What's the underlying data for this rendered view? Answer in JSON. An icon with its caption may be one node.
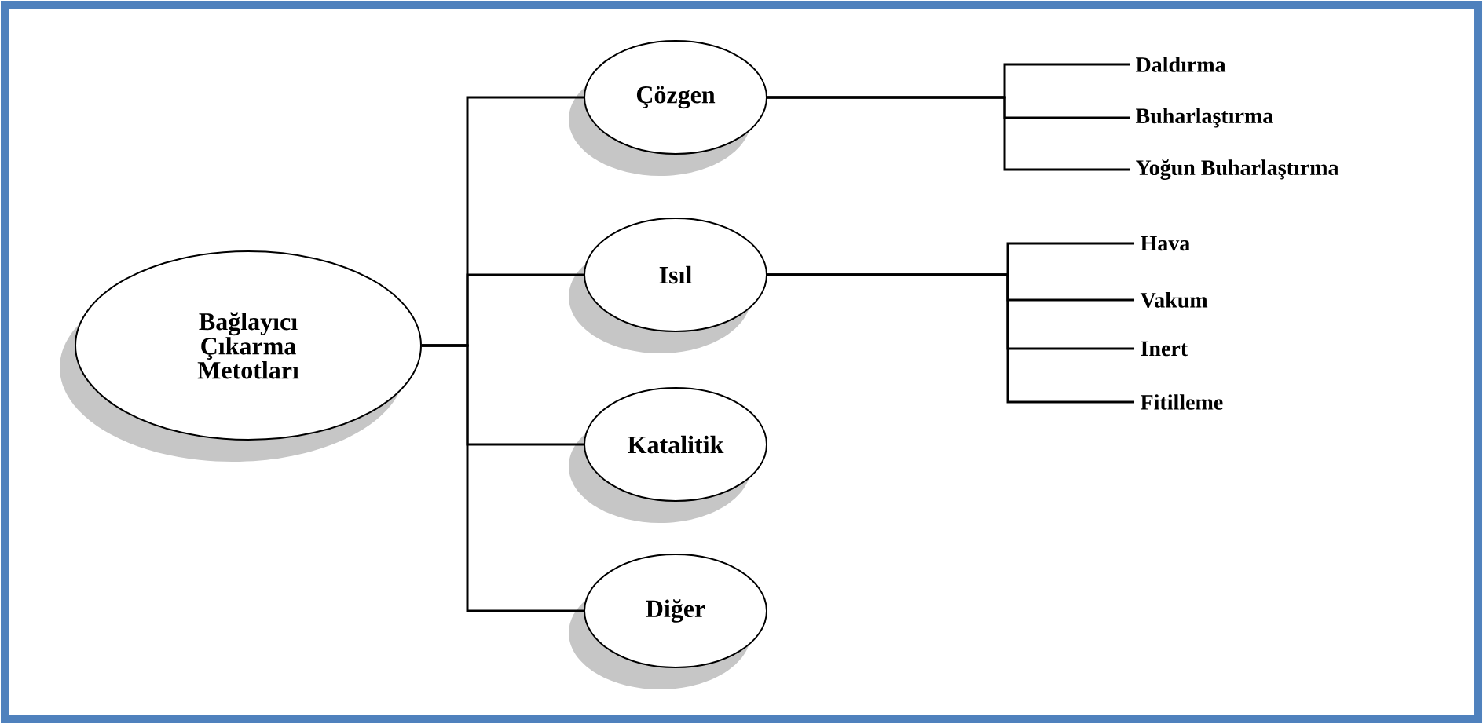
{
  "diagram": {
    "nodes": [
      {
        "text": [
          "Bağlayıcı Çıkarma Metotları"
        ]
      },
      {
        "text": [
          "Çözgen"
        ]
      },
      {
        "text": [
          "Isıl"
        ]
      },
      {
        "text": [
          "Katalitik"
        ]
      },
      {
        "text": [
          "Diğer"
        ]
      },
      {
        "text": [
          "Daldırma"
        ]
      },
      {
        "text": [
          "Buharlaştırma"
        ]
      },
      {
        "text": [
          "Yoğun Buharlaştırma"
        ]
      },
      {
        "text": [
          "Hava"
        ]
      },
      {
        "text": [
          "Vakum"
        ]
      },
      {
        "text": [
          "Inert"
        ]
      },
      {
        "text": [
          "Fitilleme"
        ]
      }
    ],
    "edges": [
      {
        "from": 0,
        "to": 1,
        "arrow": "none"
      },
      {
        "from": 0,
        "to": 2,
        "arrow": "none"
      },
      {
        "from": 0,
        "to": 3,
        "arrow": "none"
      },
      {
        "from": 0,
        "to": 4,
        "arrow": "none"
      },
      {
        "from": 1,
        "to": 5,
        "arrow": "none"
      },
      {
        "from": 1,
        "to": 6,
        "arrow": "none"
      },
      {
        "from": 1,
        "to": 7,
        "arrow": "none"
      },
      {
        "from": 2,
        "to": 8,
        "arrow": "none"
      },
      {
        "from": 2,
        "to": 9,
        "arrow": "none"
      },
      {
        "from": 2,
        "to": 10,
        "arrow": "none"
      },
      {
        "from": 2,
        "to": 11,
        "arrow": "none"
      }
    ]
  }
}
